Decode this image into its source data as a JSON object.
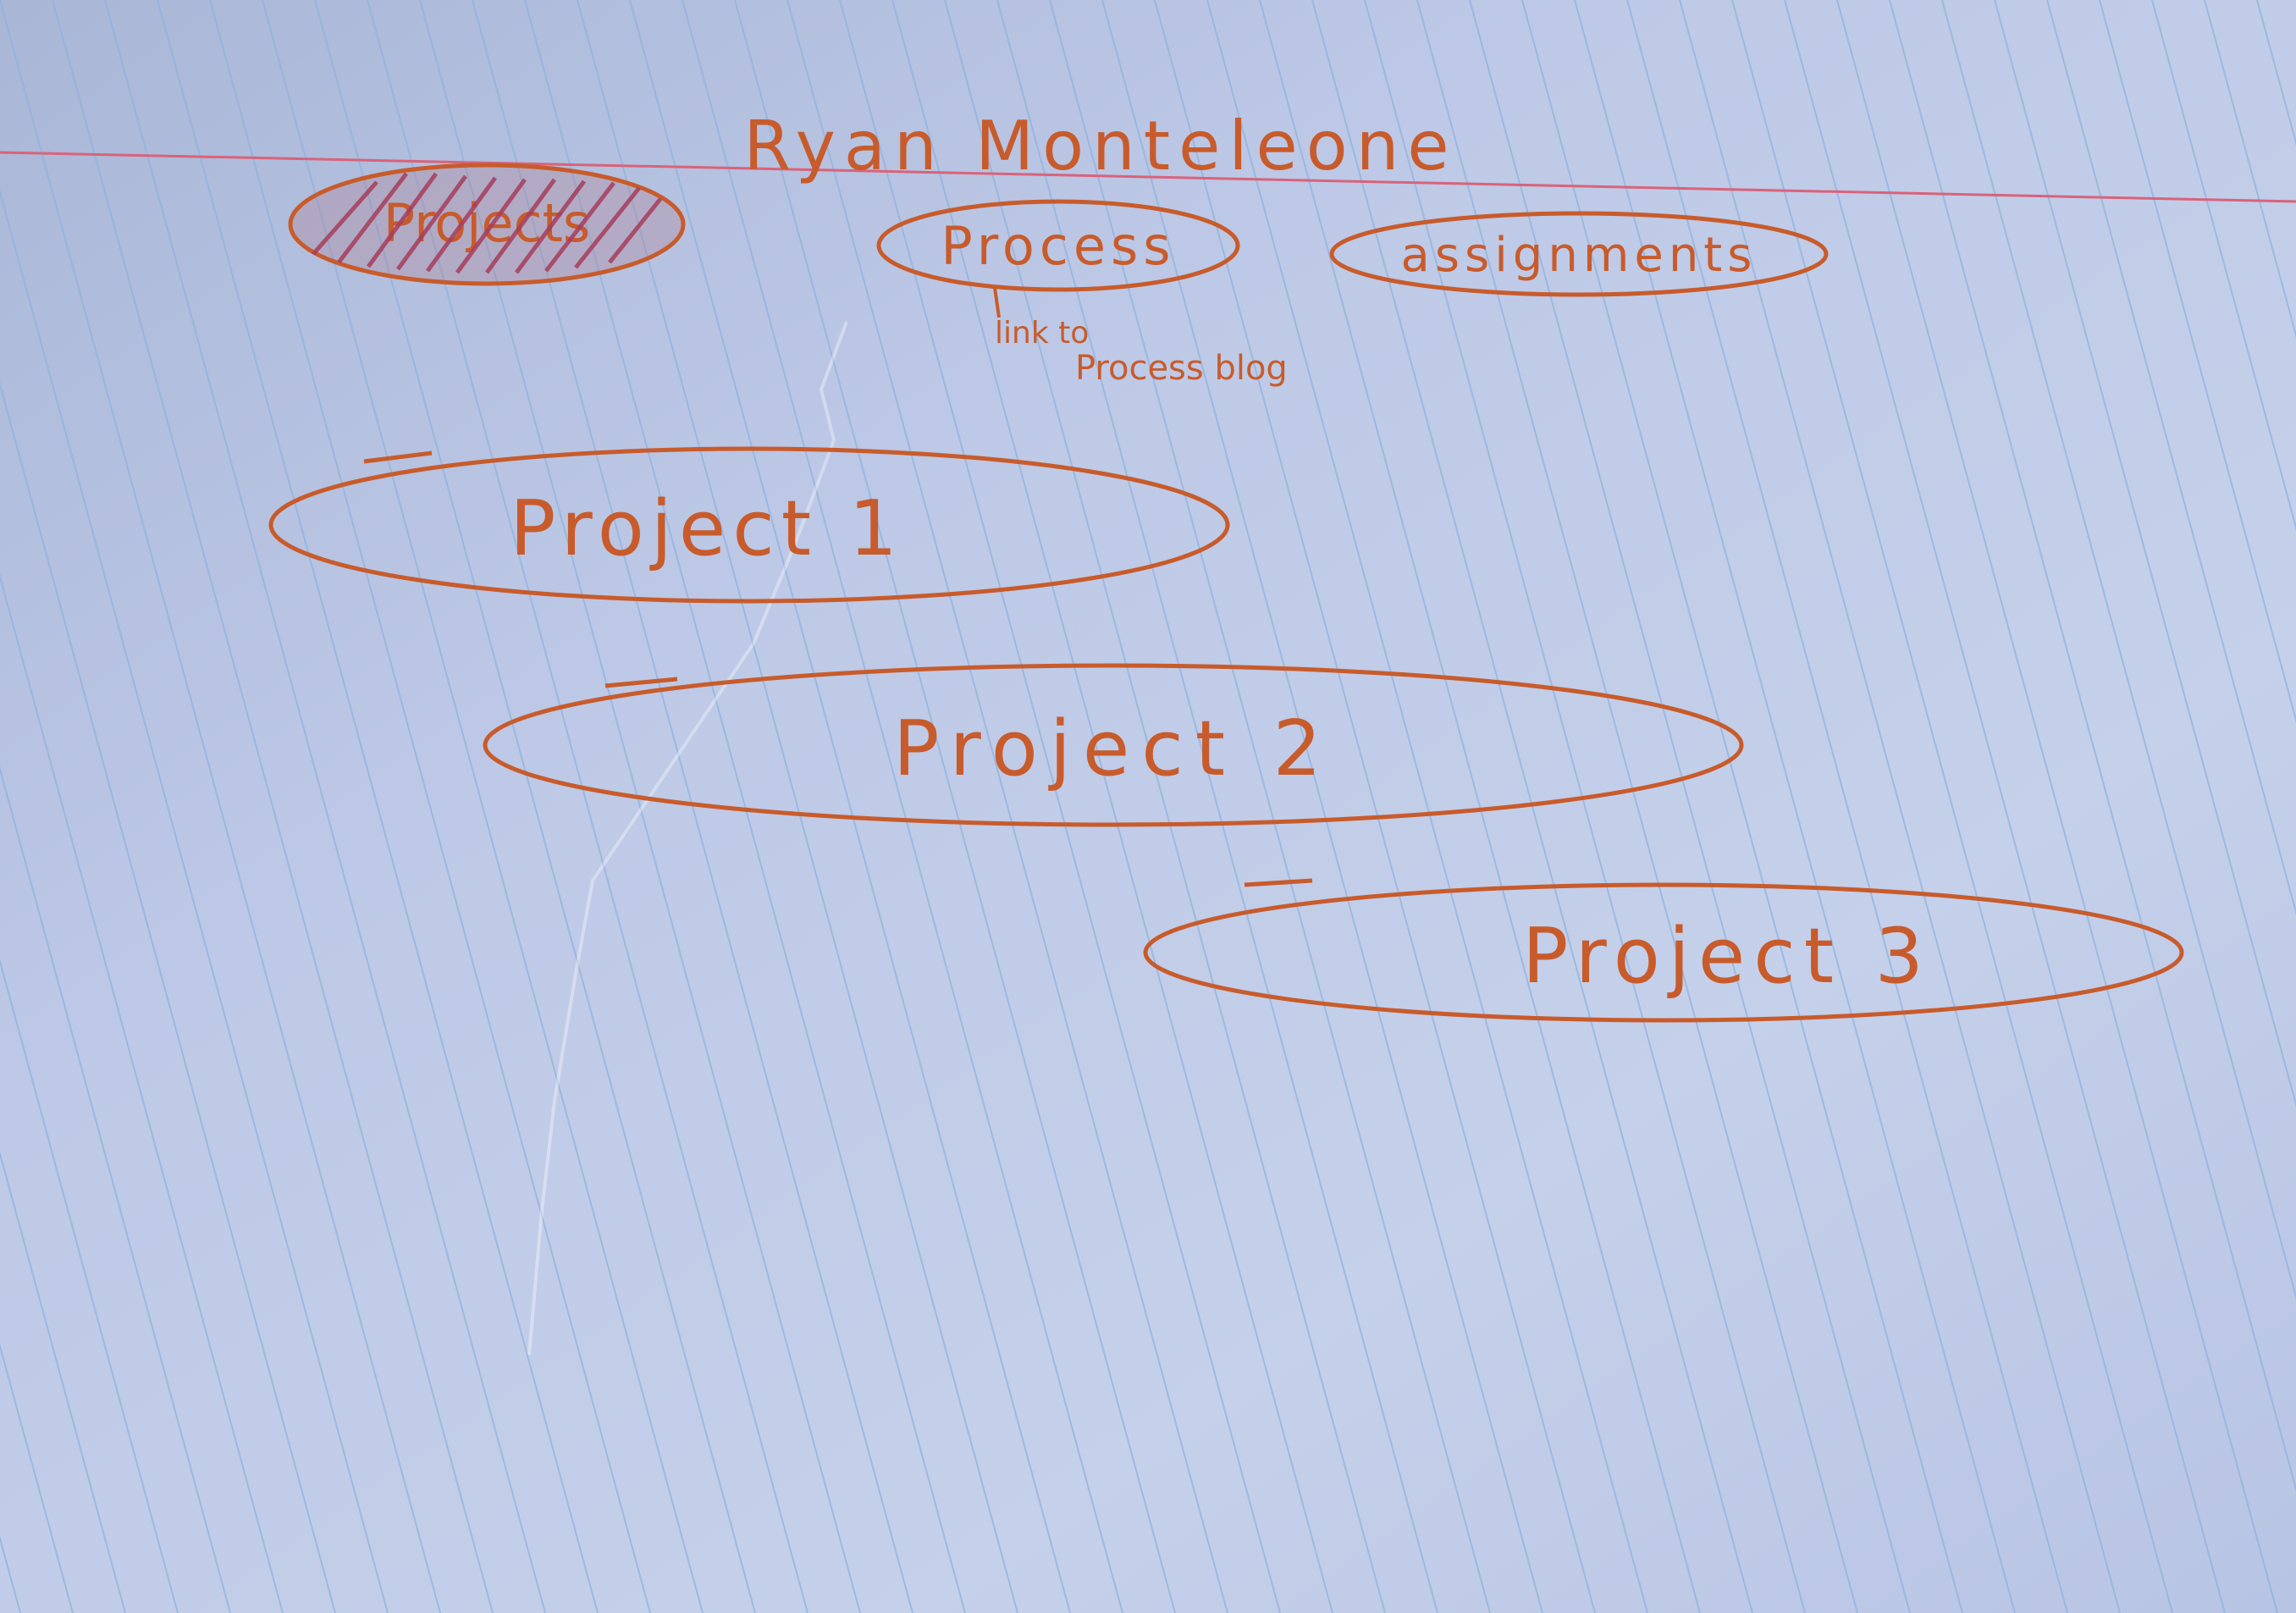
{
  "page": {
    "name": "Ryan Monteleone"
  },
  "nav": {
    "items": [
      {
        "label": "Projects",
        "state": "crossed-out"
      },
      {
        "label": "Process",
        "state": "active"
      },
      {
        "label": "assignments",
        "state": "active"
      }
    ],
    "process_note": {
      "line1": "link to",
      "line2": "Process blog"
    }
  },
  "projects": [
    {
      "label": "Project 1"
    },
    {
      "label": "Project 2"
    },
    {
      "label": "Project 3"
    }
  ],
  "colors": {
    "ink": "#c85b2b",
    "scribble": "#a63d5c",
    "paper": "#bac7e5",
    "ruling": "#8fb2de",
    "margin_line": "#d9627a"
  }
}
